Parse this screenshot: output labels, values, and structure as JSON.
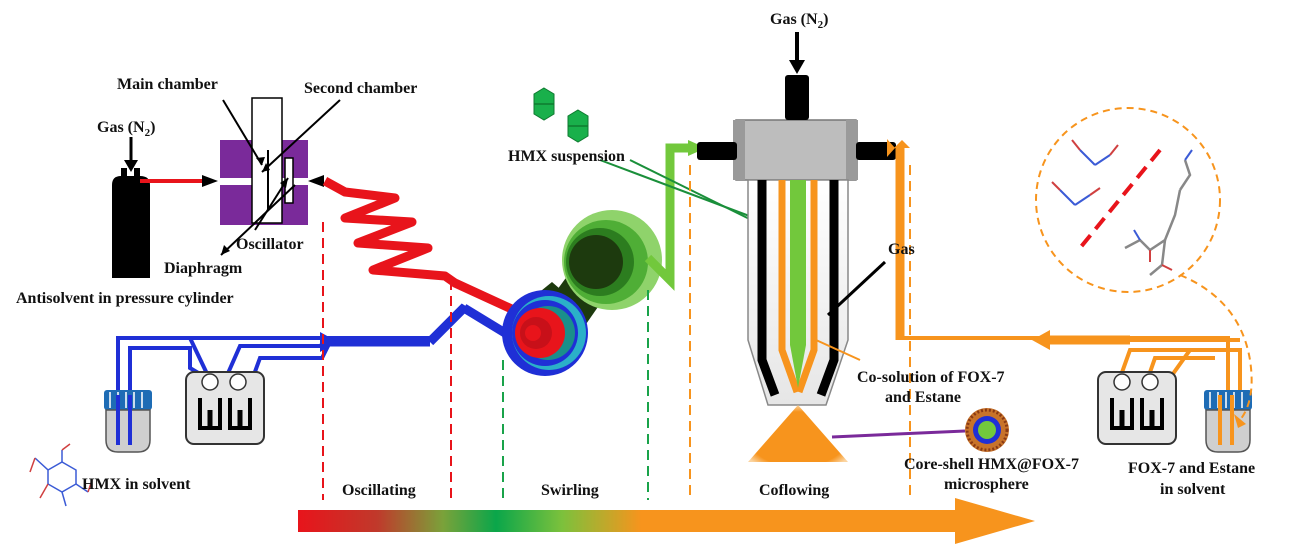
{
  "labels": {
    "gas_left": "Gas (N",
    "gas_top": "Gas (N",
    "sub2": "2",
    "close_paren": ")",
    "main_chamber": "Main chamber",
    "second_chamber": "Second chamber",
    "oscillator": "Oscillator",
    "diaphragm": "Diaphragm",
    "antisolvent": "Antisolvent in pressure cylinder",
    "hmx_solvent": "HMX in solvent",
    "hmx_suspension": "HMX suspension",
    "gas": "Gas",
    "cosolution_1": "Co-solution of FOX-7",
    "cosolution_2": "and Estane",
    "core_shell_1": "Core-shell HMX@FOX-7",
    "core_shell_2": "microsphere",
    "fox7_1": "FOX-7 and Estane",
    "fox7_2": "in solvent"
  },
  "stages": {
    "oscillating": "Oscillating",
    "swirling": "Swirling",
    "coflowing": "Coflowing"
  },
  "colors": {
    "red": "#e8141b",
    "blue": "#1f2fd6",
    "green": "#72c83c",
    "orange": "#f7941d",
    "purple": "#7a2a9a",
    "black": "#000000",
    "gray": "#bdbdbd"
  }
}
